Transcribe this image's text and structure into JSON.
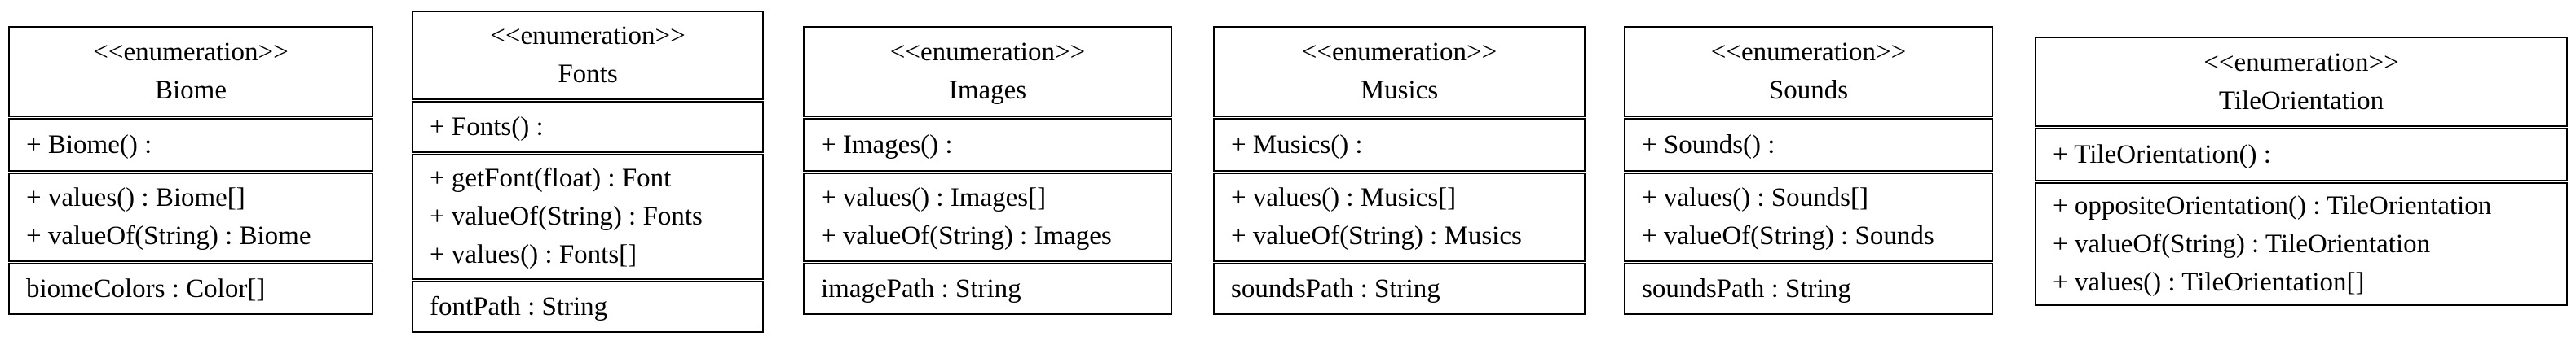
{
  "diagram": {
    "stereotype": "<<enumeration>>",
    "colors": {
      "border": "#000000",
      "background": "#ffffff",
      "text": "#000000"
    },
    "classes": [
      {
        "name": "Biome",
        "constructor": "+ Biome() :",
        "methods": [
          "+ values() : Biome[]",
          "+ valueOf(String) : Biome"
        ],
        "attributes": [
          "biomeColors : Color[]"
        ]
      },
      {
        "name": "Fonts",
        "constructor": "+ Fonts() :",
        "methods": [
          "+ getFont(float) : Font",
          "+ valueOf(String) : Fonts",
          "+ values() : Fonts[]"
        ],
        "attributes": [
          "fontPath : String"
        ]
      },
      {
        "name": "Images",
        "constructor": "+ Images() :",
        "methods": [
          "+ values() : Images[]",
          "+ valueOf(String) : Images"
        ],
        "attributes": [
          "imagePath : String"
        ]
      },
      {
        "name": "Musics",
        "constructor": "+ Musics() :",
        "methods": [
          "+ values() : Musics[]",
          "+ valueOf(String) : Musics"
        ],
        "attributes": [
          "soundsPath : String"
        ]
      },
      {
        "name": "Sounds",
        "constructor": "+ Sounds() :",
        "methods": [
          "+ values() : Sounds[]",
          "+ valueOf(String) : Sounds"
        ],
        "attributes": [
          "soundsPath : String"
        ]
      },
      {
        "name": "TileOrientation",
        "constructor": "+ TileOrientation() :",
        "methods": [
          "+ oppositeOrientation() : TileOrientation",
          "+ valueOf(String) : TileOrientation",
          "+ values() : TileOrientation[]"
        ],
        "attributes": []
      }
    ]
  }
}
